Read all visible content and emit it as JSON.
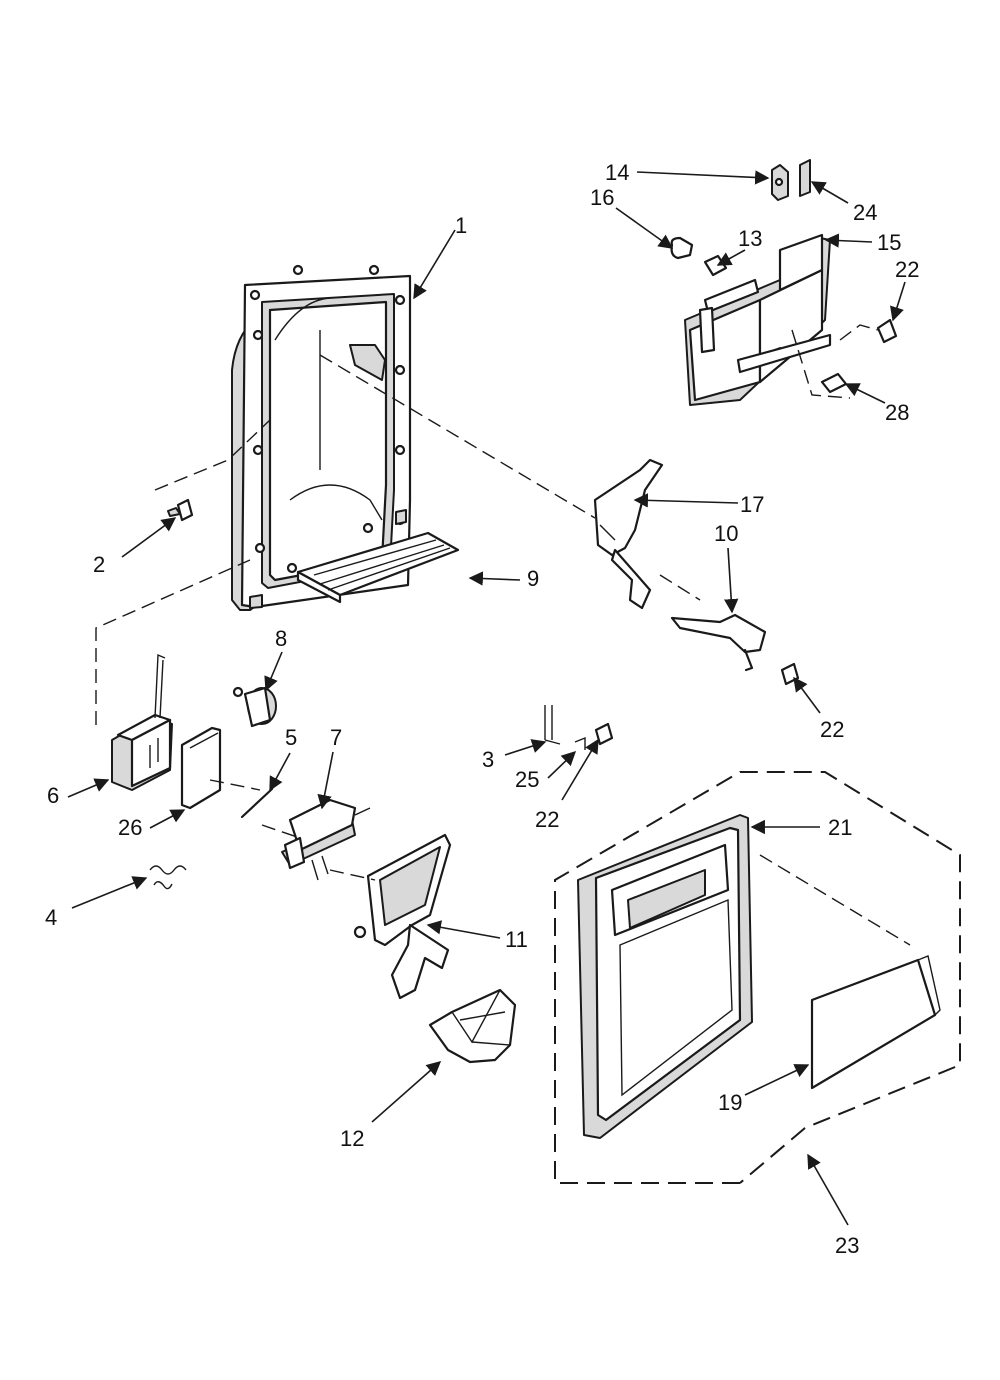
{
  "diagram": {
    "callouts": {
      "c1": "1",
      "c2": "2",
      "c3": "3",
      "c4": "4",
      "c5": "5",
      "c6": "6",
      "c7": "7",
      "c8": "8",
      "c9": "9",
      "c10": "10",
      "c11": "11",
      "c12": "12",
      "c13": "13",
      "c14": "14",
      "c15": "15",
      "c16": "16",
      "c17": "17",
      "c19": "19",
      "c21": "21",
      "c22a": "22",
      "c22b": "22",
      "c22c": "22",
      "c23": "23",
      "c24": "24",
      "c25": "25",
      "c26": "26",
      "c28": "28"
    }
  }
}
